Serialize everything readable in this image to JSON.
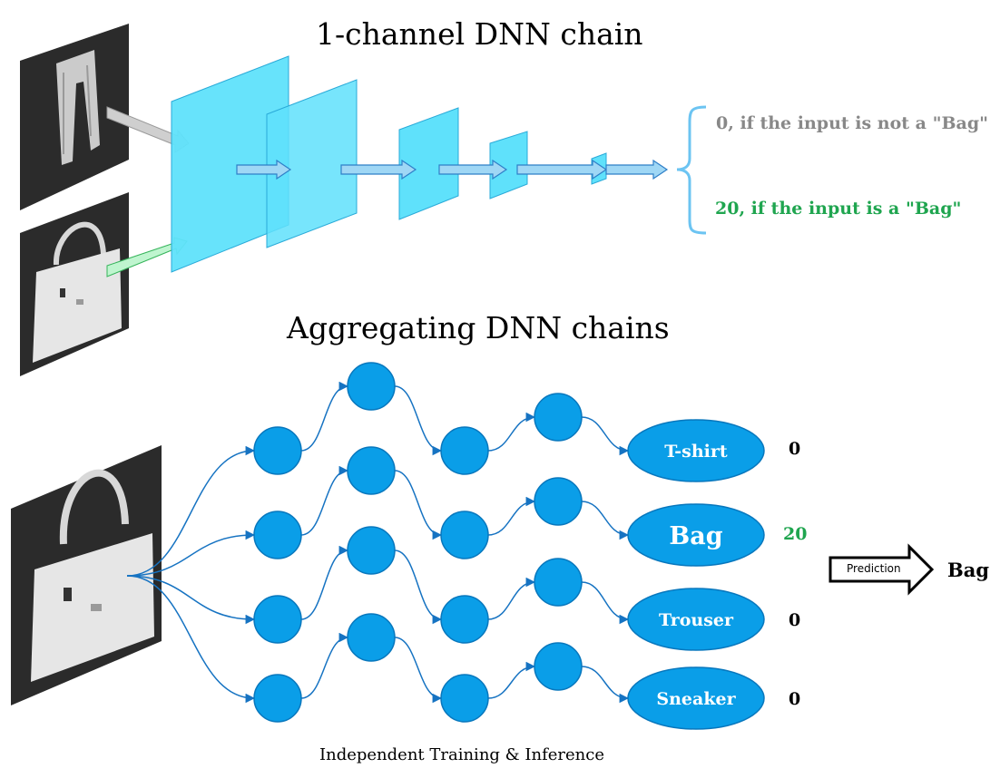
{
  "top": {
    "title": "1-channel DNN chain",
    "output_negative": "0, if the input is not a \"Bag\"",
    "output_positive": "20, if the input is a \"Bag\"",
    "colors": {
      "layer": "#5fe1fb",
      "layer_edge": "#2aaad8",
      "negative_text": "#888888",
      "positive_text": "#1fa54f",
      "bracket": "#6cc4f2"
    }
  },
  "bottom": {
    "title": "Aggregating DNN chains",
    "classes": [
      {
        "name": "T-shirt",
        "score": "0",
        "highlight": false
      },
      {
        "name": "Bag",
        "score": "20",
        "highlight": true
      },
      {
        "name": "Trouser",
        "score": "0",
        "highlight": false
      },
      {
        "name": "Sneaker",
        "score": "0",
        "highlight": false
      }
    ],
    "prediction_label": "Prediction",
    "prediction_result": "Bag",
    "footer": "Independent Training & Inference",
    "colors": {
      "node": "#0a9ee8",
      "node_edge": "#0877bd",
      "edge": "#1673c2",
      "score_highlight": "#1fa54f"
    }
  },
  "icons": [
    "trouser-image",
    "bag-image",
    "bag-image-large",
    "arrow-right-icon",
    "hollow-arrow-icon"
  ]
}
